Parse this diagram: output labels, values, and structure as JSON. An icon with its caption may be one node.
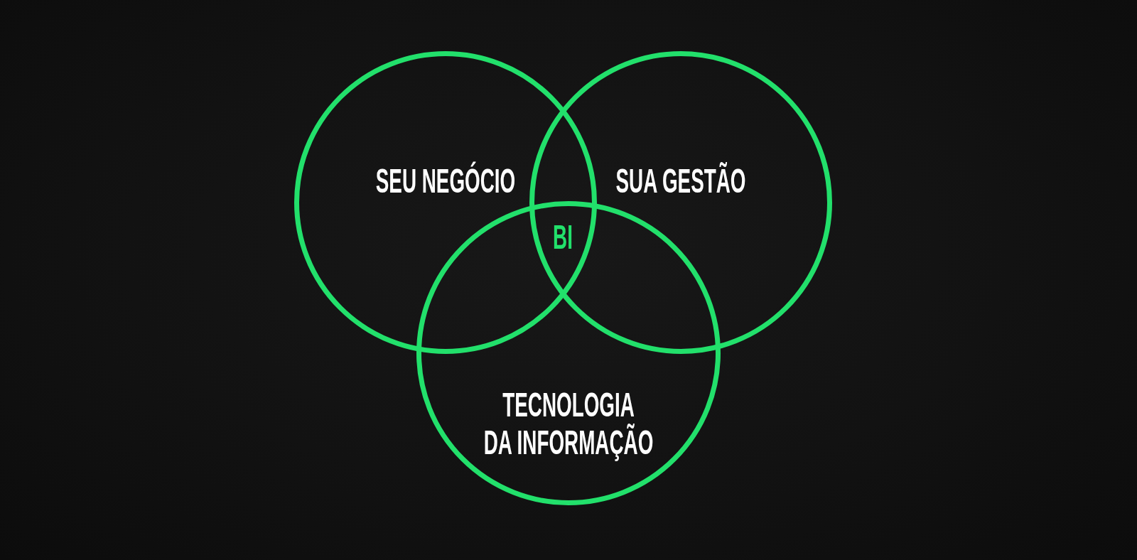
{
  "diagram": {
    "nodes": [
      {
        "text": [
          "SEU NEGÓCIO"
        ]
      },
      {
        "text": [
          "SUA GESTÃO"
        ]
      },
      {
        "text": [
          "TECNOLOGIA DA INFORMAÇÃO"
        ]
      }
    ],
    "labels": [
      "BI"
    ]
  }
}
